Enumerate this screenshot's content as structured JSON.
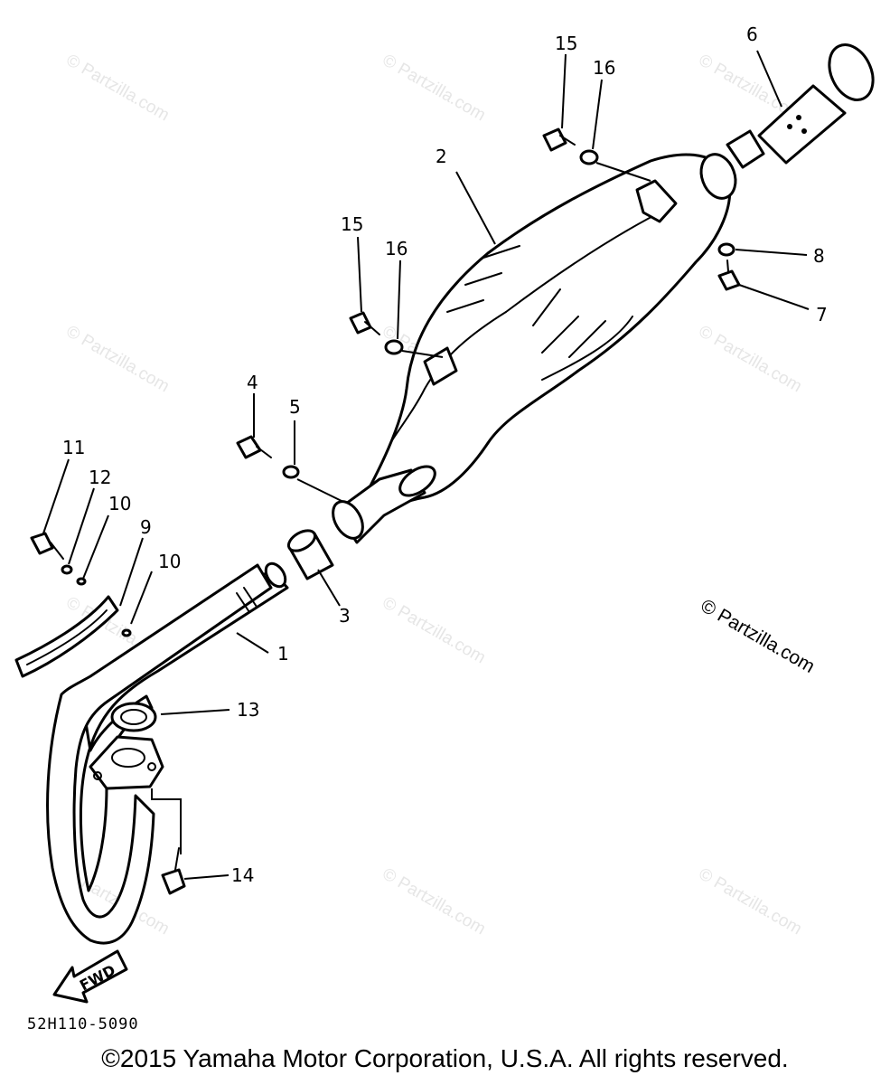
{
  "watermark": "© Partzilla.com",
  "callouts": {
    "c1": "1",
    "c2": "2",
    "c3": "3",
    "c4": "4",
    "c5": "5",
    "c6": "6",
    "c7": "7",
    "c8": "8",
    "c9": "9",
    "c10a": "10",
    "c10b": "10",
    "c11": "11",
    "c12": "12",
    "c13": "13",
    "c14": "14",
    "c15a": "15",
    "c15b": "15",
    "c16a": "16",
    "c16b": "16"
  },
  "fwd_label": "FWD",
  "diagram_code": "52H110-5090",
  "copyright": "©2015  Yamaha Motor Corporation, U.S.A. All rights reserved."
}
